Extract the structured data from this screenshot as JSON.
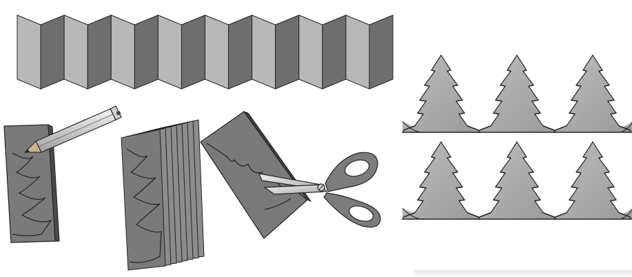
{
  "illustration": {
    "steps": [
      {
        "id": "accordion-fold",
        "icon": "accordion-paper-icon"
      },
      {
        "id": "draw-outline",
        "icon": "pencil-icon"
      },
      {
        "id": "folded-stack",
        "icon": "folded-paper-stack-icon"
      },
      {
        "id": "cut-out",
        "icon": "scissors-icon"
      },
      {
        "id": "result-garland",
        "icon": "tree-garland-icon",
        "rows": 2,
        "trees_per_row": 3
      }
    ],
    "colors": {
      "panel_light": "#b8b8b8",
      "panel_dark": "#6e6e6e",
      "paper_dark": "#7a7a7a",
      "tree_fill": "#a9a9a9",
      "outline": "#222222",
      "scissors_handle": "#7c7c7c",
      "blade": "#d7d7d7",
      "pencil_body": "#dcdcdc"
    }
  }
}
